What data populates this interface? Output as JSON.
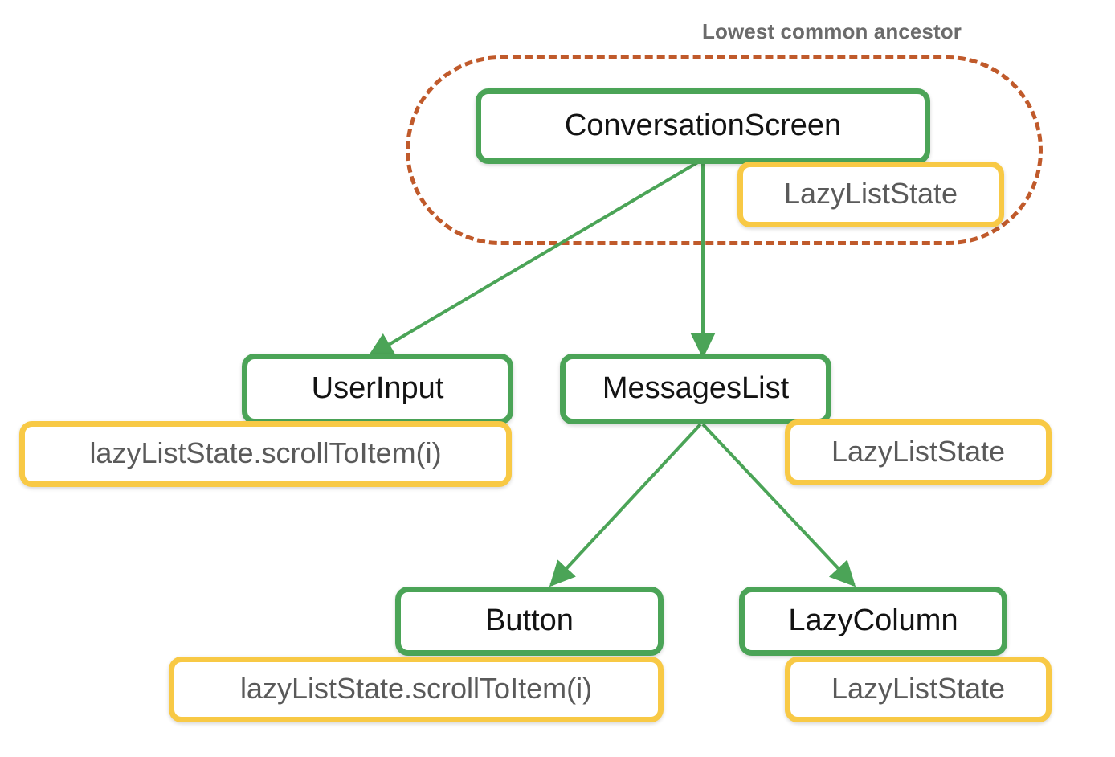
{
  "diagram": {
    "title_caption": "Lowest common ancestor",
    "colors": {
      "composable_border": "#4BA457",
      "state_border": "#F8C945",
      "region_border": "#C05A2B",
      "edge": "#4BA457",
      "composable_text": "#131313",
      "state_text": "#5a5a5a",
      "caption_text": "#6b6b6b",
      "background": "#ffffff"
    },
    "nodes": [
      {
        "id": "conversation-screen",
        "label": "ConversationScreen",
        "kind": "composable"
      },
      {
        "id": "conversation-screen-state",
        "label": "LazyListState",
        "kind": "state"
      },
      {
        "id": "user-input",
        "label": "UserInput",
        "kind": "composable"
      },
      {
        "id": "user-input-state",
        "label": "lazyListState.scrollToItem(i)",
        "kind": "state"
      },
      {
        "id": "messages-list",
        "label": "MessagesList",
        "kind": "composable"
      },
      {
        "id": "messages-list-state",
        "label": "LazyListState",
        "kind": "state"
      },
      {
        "id": "button",
        "label": "Button",
        "kind": "composable"
      },
      {
        "id": "button-state",
        "label": "lazyListState.scrollToItem(i)",
        "kind": "state"
      },
      {
        "id": "lazy-column",
        "label": "LazyColumn",
        "kind": "composable"
      },
      {
        "id": "lazy-column-state",
        "label": "LazyListState",
        "kind": "state"
      }
    ],
    "edges": [
      {
        "from": "conversation-screen",
        "to": "user-input"
      },
      {
        "from": "conversation-screen",
        "to": "messages-list"
      },
      {
        "from": "messages-list",
        "to": "button"
      },
      {
        "from": "messages-list",
        "to": "lazy-column"
      }
    ]
  }
}
